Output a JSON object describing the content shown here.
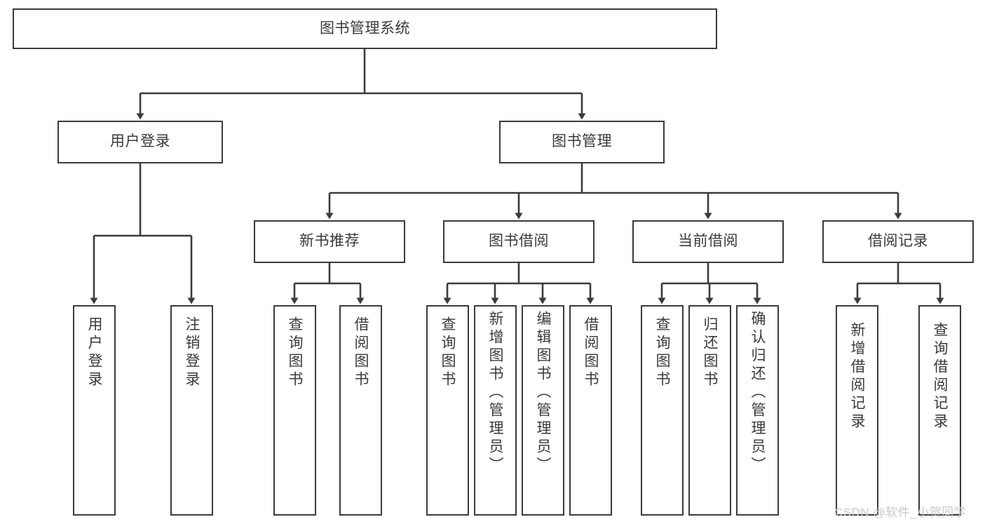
{
  "diagram": {
    "title": "图书管理系统",
    "type": "tree-hierarchy-diagram",
    "watermark": "CSDN @软件_小贺同学",
    "colors": {
      "background": "#ffffff",
      "box_border": "#3b3b3b",
      "box_fill": "#ffffff",
      "text": "#3a3a3a",
      "edge": "#3b3b3b",
      "watermark": "#c8c8c8"
    },
    "root": {
      "label": "图书管理系统"
    },
    "level2": [
      {
        "label": "用户登录"
      },
      {
        "label": "图书管理"
      }
    ],
    "level3": [
      {
        "label": "新书推荐"
      },
      {
        "label": "图书借阅"
      },
      {
        "label": "当前借阅"
      },
      {
        "label": "借阅记录"
      }
    ],
    "leaves": {
      "user_login": [
        {
          "label": "用户登录"
        },
        {
          "label": "注销登录"
        }
      ],
      "new_book_recommend": [
        {
          "label": "查询图书"
        },
        {
          "label": "借阅图书"
        }
      ],
      "book_borrow": [
        {
          "label": "查询图书"
        },
        {
          "label": "新增图书（管理员）"
        },
        {
          "label": "编辑图书（管理员）"
        },
        {
          "label": "借阅图书"
        }
      ],
      "current_borrow": [
        {
          "label": "查询图书"
        },
        {
          "label": "归还图书"
        },
        {
          "label": "确认归还（管理员）"
        }
      ],
      "borrow_record": [
        {
          "label": "新增借阅记录"
        },
        {
          "label": "查询借阅记录"
        }
      ]
    }
  }
}
